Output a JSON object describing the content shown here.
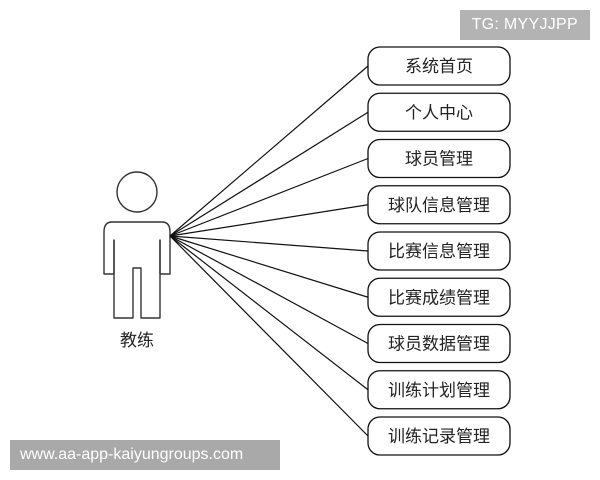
{
  "actor": {
    "name": "教练",
    "icon": "person-icon"
  },
  "use_cases": [
    "系统首页",
    "个人中心",
    "球员管理",
    "球队信息管理",
    "比赛信息管理",
    "比赛成绩管理",
    "球员数据管理",
    "训练计划管理",
    "训练记录管理"
  ],
  "watermarks": {
    "tg": "TG: MYYJJPP",
    "url": "www.aa-app-kaiyungroups.com"
  },
  "colors": {
    "stroke": "#111111",
    "badge_bg": "#b3b3b3",
    "banner_bg": "#a9a9a9"
  }
}
